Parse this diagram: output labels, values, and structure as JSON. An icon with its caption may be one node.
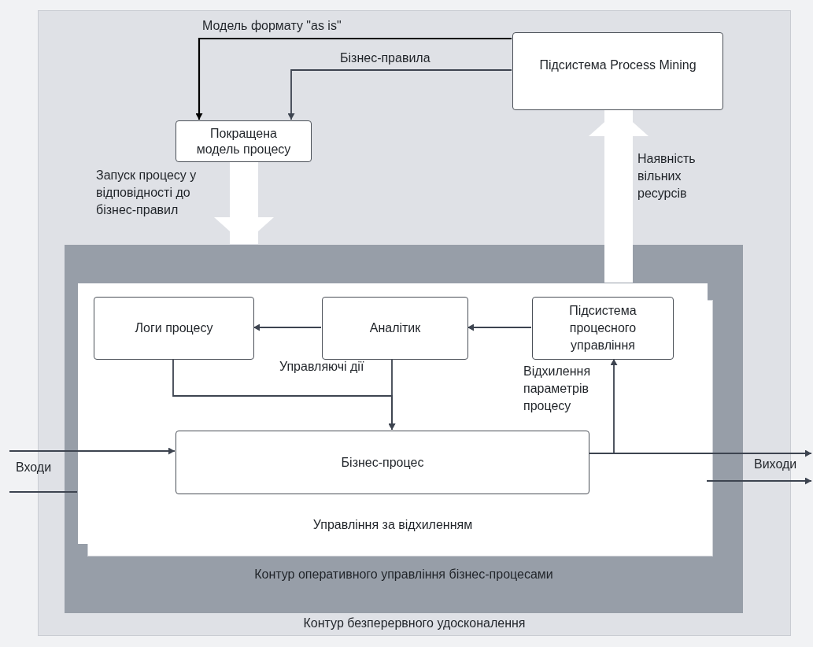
{
  "diagram": {
    "nodes": [
      {
        "text": [
          "Контур безперервного удосконалення"
        ]
      },
      {
        "text": [
          "Підсистема Process Mining"
        ],
        "in": 0
      },
      {
        "text": [
          "Покращена модель процесу"
        ],
        "in": 0
      },
      {
        "text": [
          "Контур оперативного управління бізнес-процесами"
        ],
        "in": 0
      },
      {
        "text": [
          "Управління за відхиленням"
        ],
        "in": 3
      },
      {
        "text": [
          "Логи процесу"
        ],
        "in": 4
      },
      {
        "text": [
          "Аналітик"
        ],
        "in": 4
      },
      {
        "text": [
          "Підсистема процесного управління"
        ],
        "in": 4
      },
      {
        "text": [
          "Бізнес-процес"
        ],
        "in": 4
      }
    ],
    "edges": [
      {
        "from": 1,
        "to": 2,
        "arrow": "to",
        "label": "Модель формату \"as is\"",
        "color": "#000000"
      },
      {
        "from": 1,
        "to": 2,
        "arrow": "to",
        "label": "Бізнес-правила"
      },
      {
        "from": 2,
        "to": 3,
        "arrow": "to",
        "label": "Запуск процесу у відповідності до бізнес-правил",
        "style": "thick",
        "color": "#ffffff"
      },
      {
        "from": 4,
        "to": 1,
        "arrow": "to",
        "label": "Наявність вільних ресурсів",
        "style": "thick",
        "color": "#ffffff"
      },
      {
        "from": 6,
        "to": 5,
        "arrow": "to"
      },
      {
        "from": 7,
        "to": 6,
        "arrow": "to"
      },
      {
        "from": 5,
        "to": 8,
        "arrow": "to"
      },
      {
        "from": 6,
        "to": 8,
        "arrow": "to",
        "label": "Управляючі дії"
      },
      {
        "from": 8,
        "to": 7,
        "arrow": "to",
        "label": "Відхилення параметрів процесу"
      },
      {
        "from": null,
        "to": 8,
        "arrow": "to"
      },
      {
        "from": 8,
        "to": null,
        "arrow": "to"
      },
      {
        "from": null,
        "to": 4,
        "arrow": "none"
      },
      {
        "from": 4,
        "to": null,
        "arrow": "to"
      }
    ],
    "labels": [
      "Входи",
      "Виходи"
    ]
  }
}
